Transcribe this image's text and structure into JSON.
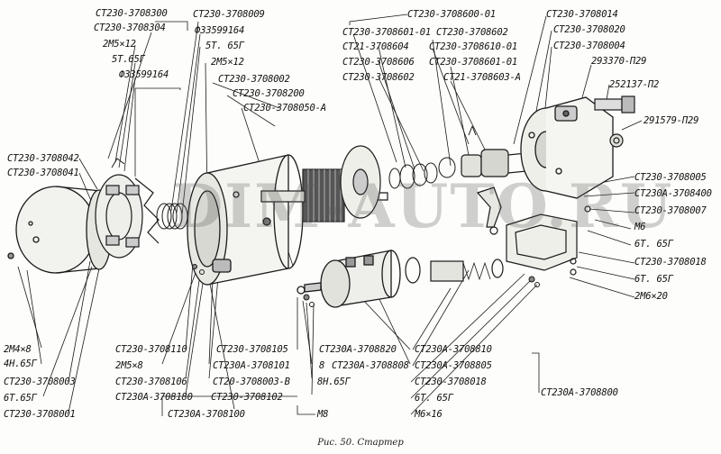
{
  "caption": "Рис. 50. Стартер",
  "watermark": "DIM-AUTO.RU",
  "labels": {
    "l_3708300": "СТ230-3708300",
    "l_3708304": "СТ230-3708304",
    "l_2m5x12_a": "2М5×12",
    "l_5t65g_a": "5Т.65Г",
    "l_f33599164_a": "Ф33599164",
    "l_3708009": "СТ230-3708009",
    "l_f33599164_b": "Ф33599164",
    "l_5t65g_b": "5Т. 65Г",
    "l_2m5x12_b": "2М5×12",
    "l_3708002": "СТ230-3708002",
    "l_3708200": "СТ230-3708200",
    "l_3708050a": "СТ230-3708050-А",
    "l_3708042": "СТ230-3708042",
    "l_3708041": "СТ230-3708041",
    "l_3708600_01": "СТ230-3708600-01",
    "l_3708601_01": "СТ230-3708601-01",
    "l_ct21_3708604": "СТ21-3708604",
    "l_3708606": "СТ230-3708606",
    "l_3708602_a": "СТ230-3708602",
    "l_3708602_b": "СТ230-3708602",
    "l_3708610_01": "СТ230-3708610-01",
    "l_3708601_01b": "СТ230-3708601-01",
    "l_ct21_3708603a": "СТ21-3708603-А",
    "l_3708014": "СТ230-3708014",
    "l_3708020a": "СТ230-3708020",
    "l_3708004": "СТ230-3708004",
    "l_293370": "293370-П29",
    "l_252137": "252137-П2",
    "l_291579": "291579-П29",
    "l_3708005": "СТ230-3708005",
    "l_3708400": "СТ230А-3708400",
    "l_3708007": "СТ230-3708007",
    "l_m6": "М6",
    "l_6t65g_a": "6Т. 65Г",
    "l_3708018a": "СТ230-3708018",
    "l_6t65g_b": "6Т. 65Г",
    "l_2m6x20": "2М6×20",
    "l_2m4x8": "2М4×8",
    "l_4n65g": "4Н.65Г",
    "l_3708003": "СТ230-3708003",
    "l_6t65g_c": "6Т.65Г",
    "l_3708001": "СТ230-3708001",
    "l_3708110": "СТ230-3708110",
    "l_2m5x8": "2М5×8",
    "l_3708106": "СТ230-3708106",
    "l_3708180": "СТ230А-3708180",
    "l_3708105": "СТ230-3708105",
    "l_3708101": "СТ230А-3708101",
    "l_ct20_3708003v": "СТ20-3708003-В",
    "l_3708102": "СТ230-3708102",
    "l_3708100": "СТ230А-3708100",
    "l_8": "8",
    "l_8n65g": "8Н.65Г",
    "l_m8": "М8",
    "l_3708820": "СТ230А-3708820",
    "l_3708808": "СТ230А-3708808",
    "l_3708810": "СТ230А-3708810",
    "l_3708805": "СТ230А-3708805",
    "l_3708018b": "СТ230-3708018",
    "l_6t65g_d": "6Т. 65Г",
    "l_m6x16": "М6×16",
    "l_3708800": "СТ230А-3708800"
  }
}
